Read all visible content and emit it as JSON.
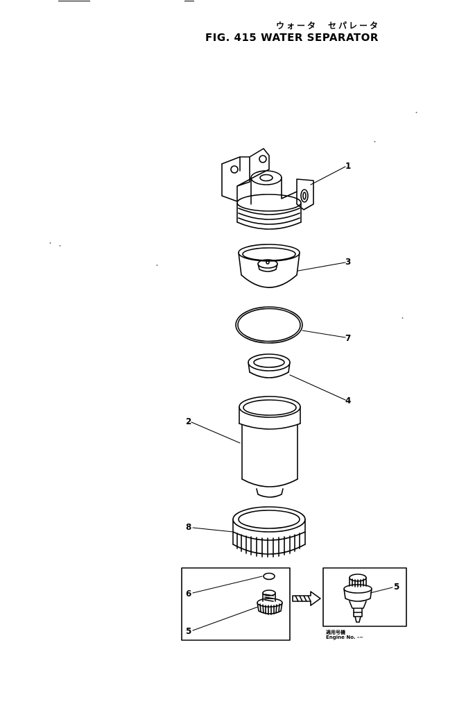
{
  "title": {
    "japanese": "ウォータ　セパレータ",
    "english": "FIG. 415  WATER  SEPARATOR"
  },
  "callouts": {
    "c1": "1",
    "c3": "3",
    "c7": "7",
    "c4": "4",
    "c2": "2",
    "c8": "8",
    "c6": "6",
    "c5_left": "5",
    "c5_right": "5"
  },
  "inset": {
    "serial_jp": "適用号機",
    "engine_no": "Engine No.  -~"
  }
}
